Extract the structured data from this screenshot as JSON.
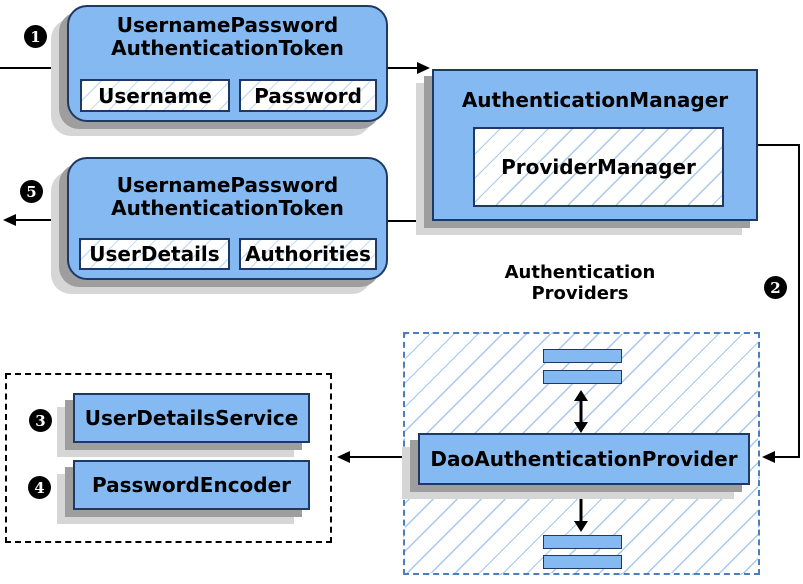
{
  "colors": {
    "box_fill": "#85b9f2",
    "box_border": "#1f3864",
    "hatch_line": "#a6c9f0",
    "providers_dash_border": "#4d7ebb",
    "services_dash_border": "#000000",
    "shadow_dark": "#9e9e9e",
    "shadow_light": "#d6d6d6",
    "arrow": "#000000",
    "step_badge_bg": "#000000",
    "step_badge_text": "#ffffff"
  },
  "request_token": {
    "step": "1",
    "title_line1": "UsernamePassword",
    "title_line2": "AuthenticationToken",
    "fields": [
      "Username",
      "Password"
    ]
  },
  "auth_manager": {
    "title": "AuthenticationManager",
    "inner_label": "ProviderManager"
  },
  "result_token": {
    "step": "5",
    "title_line1": "UsernamePassword",
    "title_line2": "AuthenticationToken",
    "fields": [
      "UserDetails",
      "Authorities"
    ]
  },
  "providers": {
    "step": "2",
    "heading_line1": "Authentication",
    "heading_line2": "Providers",
    "provider_label": "DaoAuthenticationProvider"
  },
  "services": {
    "items": [
      {
        "step": "3",
        "label": "UserDetailsService"
      },
      {
        "step": "4",
        "label": "PasswordEncoder"
      }
    ]
  }
}
